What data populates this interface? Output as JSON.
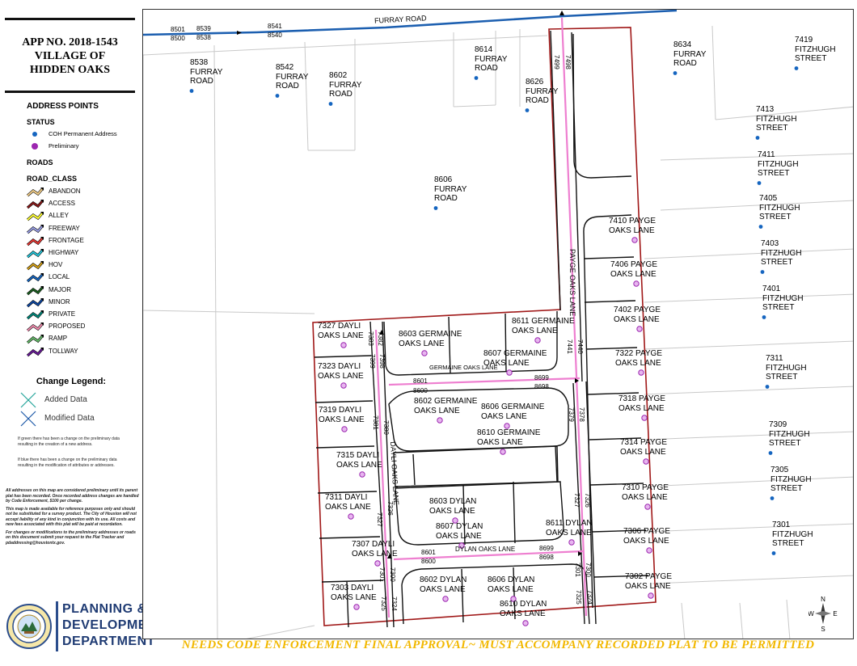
{
  "title": {
    "line1": "APP NO. 2018-1543",
    "line2": "VILLAGE OF",
    "line3": "HIDDEN OAKS"
  },
  "legend": {
    "address_points": "ADDRESS POINTS",
    "status": "STATUS",
    "status_items": [
      {
        "label": "COH Permanent Address",
        "color": "#1565c0"
      },
      {
        "label": "Preliminary",
        "color": "#9c27b0"
      }
    ],
    "roads": "ROADS",
    "road_class": "ROAD_CLASS",
    "road_items": [
      {
        "label": "ABANDON",
        "color": "#f5d08a"
      },
      {
        "label": "ACCESS",
        "color": "#8b1a1a"
      },
      {
        "label": "ALLEY",
        "color": "#ffff33"
      },
      {
        "label": "FREEWAY",
        "color": "#9aa0e6"
      },
      {
        "label": "FRONTAGE",
        "color": "#e53935"
      },
      {
        "label": "HIGHWAY",
        "color": "#26c6da"
      },
      {
        "label": "HOV",
        "color": "#d4a017"
      },
      {
        "label": "LOCAL",
        "color": "#1565c0"
      },
      {
        "label": "MAJOR",
        "color": "#1b5e20"
      },
      {
        "label": "MINOR",
        "color": "#0d47a1"
      },
      {
        "label": "PRIVATE",
        "color": "#00897b"
      },
      {
        "label": "PROPOSED",
        "color": "#f48fb1"
      },
      {
        "label": "RAMP",
        "color": "#66bb6a"
      },
      {
        "label": "TOLLWAY",
        "color": "#6a1b9a"
      }
    ],
    "change_legend": "Change Legend:",
    "change_items": [
      {
        "label": "Added Data",
        "color": "#26a69a"
      },
      {
        "label": "Modified Data",
        "color": "#1e5aa8"
      }
    ],
    "note_green": "If green there has been a change on the preliminary data resulting in the creation of a new address.",
    "note_blue": "If blue there has been a change on the preliminary data resulting in the modification of attributes or addresses.",
    "disclaimer_1": "All addresses on this map are considered preliminary until its parent plat has been recorded. Once recorded address changes are handled by Code Enforcement, $100 per change.",
    "disclaimer_2": "This map is made available for reference purposes only and should not be substituted for a survey product. The City of Houston will not accept liability of any kind in conjunction with its use. All costs and new fees associated with this plat will be paid at recordation.",
    "disclaimer_3": "For changes or modifications to the preliminary addresses or roads on this document submit your request to the Plat Tracker and pdaddressing@houstontx.gov.",
    "dept_line1": "PLANNING &",
    "dept_line2": "DEVELOPMENT",
    "dept_line3": "DEPARTMENT"
  },
  "banner": "NEEDS CODE ENFORCEMENT FINAL APPROVAL~ MUST ACCOMPANY RECORDED PLAT TO BE PERMITTED",
  "compass": {
    "n": "N",
    "s": "S",
    "e": "E",
    "w": "W"
  },
  "roads": {
    "furray": "FURRAY ROAD",
    "payge": "PAYGE OAKS LANE",
    "dayli": "DAYLI OAKS LANE",
    "germaine": "GERMAINE OAKS LANE",
    "dylan": "DYLAN OAKS LANE"
  },
  "range_numbers": {
    "furray": [
      "8501",
      "8500",
      "8539",
      "8538",
      "8541",
      "8540"
    ],
    "payge_top": [
      "7499",
      "7498"
    ],
    "payge_mid": [
      "7441",
      "7440"
    ],
    "payge_low": [
      "7379",
      "7378"
    ],
    "payge_lower": [
      "7327",
      "7326"
    ],
    "payge_bottom": [
      "7301",
      "7300",
      "7325",
      "7324"
    ],
    "dayli_top": [
      "7383",
      "7382",
      "7399",
      "7398"
    ],
    "dayli_mid": [
      "7381",
      "7380"
    ],
    "dayli_low": [
      "7327",
      "7326"
    ],
    "dayli_bottom": [
      "7301",
      "7300",
      "7325",
      "7324"
    ],
    "germaine": [
      "8601",
      "8600",
      "8699",
      "8698"
    ],
    "dylan": [
      "8601",
      "8600",
      "8699",
      "8698"
    ]
  },
  "addresses": {
    "existing": [
      {
        "num": "8538",
        "street": "FURRAY\nROAD"
      },
      {
        "num": "8542",
        "street": "FURRAY\nROAD"
      },
      {
        "num": "8602",
        "street": "FURRAY\nROAD"
      },
      {
        "num": "8614",
        "street": "FURRAY\nROAD"
      },
      {
        "num": "8626",
        "street": "FURRAY\nROAD"
      },
      {
        "num": "8634",
        "street": "FURRAY\nROAD"
      },
      {
        "num": "8606",
        "street": "FURRAY\nROAD"
      },
      {
        "num": "7419",
        "street": "FITZHUGH\nSTREET"
      },
      {
        "num": "7413",
        "street": "FITZHUGH\nSTREET"
      },
      {
        "num": "7411",
        "street": "FITZHUGH\nSTREET"
      },
      {
        "num": "7405",
        "street": "FITZHUGH\nSTREET"
      },
      {
        "num": "7403",
        "street": "FITZHUGH\nSTREET"
      },
      {
        "num": "7401",
        "street": "FITZHUGH\nSTREET"
      },
      {
        "num": "7311",
        "street": "FITZHUGH\nSTREET"
      },
      {
        "num": "7309",
        "street": "FITZHUGH\nSTREET"
      },
      {
        "num": "7305",
        "street": "FITZHUGH\nSTREET"
      },
      {
        "num": "7301",
        "street": "FITZHUGH\nSTREET"
      }
    ],
    "preliminary": [
      {
        "num": "7410",
        "street": "PAYGE\nOAKS LANE"
      },
      {
        "num": "7406",
        "street": "PAYGE\nOAKS LANE"
      },
      {
        "num": "7402",
        "street": "PAYGE\nOAKS LANE"
      },
      {
        "num": "7322",
        "street": "PAYGE\nOAKS LANE"
      },
      {
        "num": "7318",
        "street": "PAYGE\nOAKS LANE"
      },
      {
        "num": "7314",
        "street": "PAYGE\nOAKS LANE"
      },
      {
        "num": "7310",
        "street": "PAYGE\nOAKS LANE"
      },
      {
        "num": "7306",
        "street": "PAYGE\nOAKS LANE"
      },
      {
        "num": "7302",
        "street": "PAYGE\nOAKS LANE"
      },
      {
        "num": "7327",
        "street": "DAYLI\nOAKS LANE"
      },
      {
        "num": "7323",
        "street": "DAYLI\nOAKS LANE"
      },
      {
        "num": "7319",
        "street": "DAYLI\nOAKS LANE"
      },
      {
        "num": "7315",
        "street": "DAYLI\nOAKS LANE"
      },
      {
        "num": "7311",
        "street": "DAYLI\nOAKS LANE"
      },
      {
        "num": "7307",
        "street": "DAYLI\nOAKS LANE"
      },
      {
        "num": "7303",
        "street": "DAYLI\nOAKS LANE"
      },
      {
        "num": "8603",
        "street": "GERMAINE\nOAKS LANE"
      },
      {
        "num": "8611",
        "street": "GERMAINE\nOAKS LANE"
      },
      {
        "num": "8607",
        "street": "GERMAINE\nOAKS LANE"
      },
      {
        "num": "8602",
        "street": "GERMAINE\nOAKS LANE"
      },
      {
        "num": "8606",
        "street": "GERMAINE\nOAKS LANE"
      },
      {
        "num": "8610",
        "street": "GERMAINE\nOAKS LANE"
      },
      {
        "num": "8603",
        "street": "DYLAN\nOAKS LANE"
      },
      {
        "num": "8607",
        "street": "DYLAN\nOAKS LANE"
      },
      {
        "num": "8611",
        "street": "DYLAN\nOAKS LANE"
      },
      {
        "num": "8602",
        "street": "DYLAN\nOAKS LANE"
      },
      {
        "num": "8606",
        "street": "DYLAN\nOAKS LANE"
      },
      {
        "num": "8610",
        "street": "DYLAN\nOAKS LANE"
      }
    ]
  }
}
